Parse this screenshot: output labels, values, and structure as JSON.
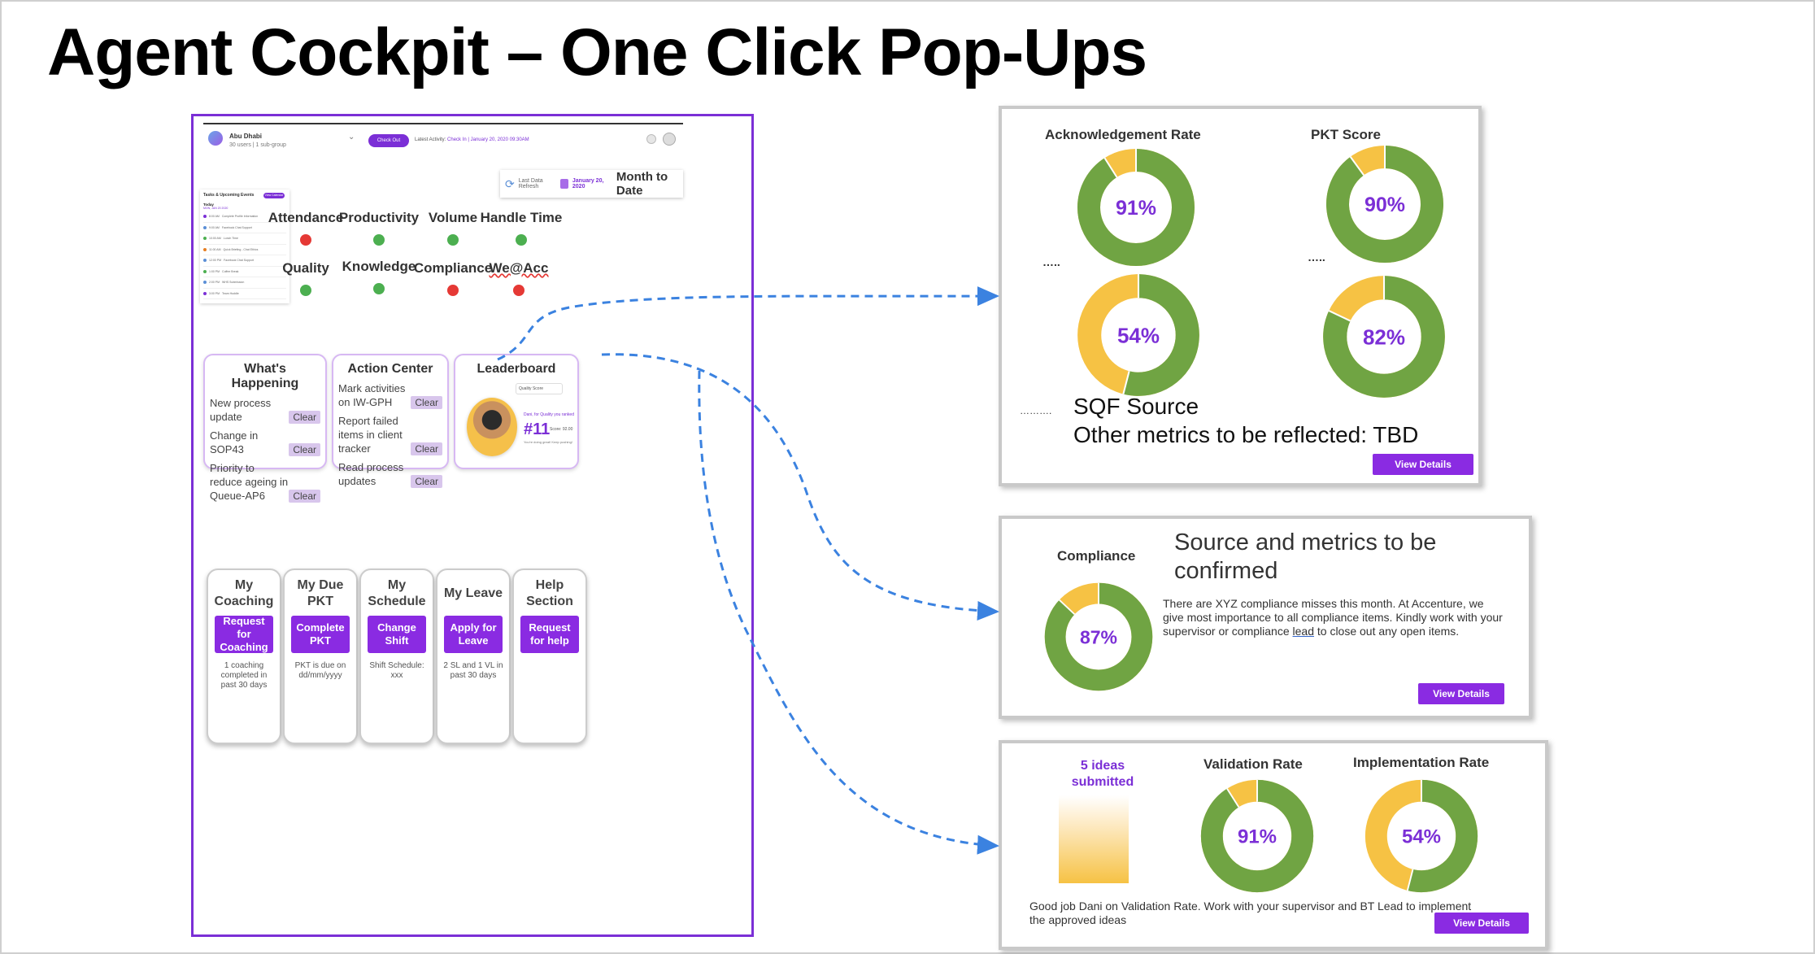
{
  "slide": {
    "title": "Agent Cockpit – One Click Pop-Ups"
  },
  "dashboard": {
    "header": {
      "org": "Abu Dhabi",
      "sub": "30 users | 1 sub-group",
      "checkout": "Check Out",
      "activity_label": "Latest Activity:",
      "activity_value": "Check In | January 20, 2020 09:30AM"
    },
    "refresh": {
      "label": "Last Data Refresh",
      "date": "January 20, 2020",
      "period": "Month to Date"
    },
    "tasks": {
      "title": "Tasks & Upcoming Events",
      "button": "View Calendar",
      "today": "Today",
      "date": "MON, JAN 20 2020",
      "items": [
        {
          "time": "8:00 AM",
          "text": "Complete Profile Information",
          "color": "#7b2fd6"
        },
        {
          "time": "9:00 AM",
          "text": "Facebook Chat Support",
          "color": "#5b8fd6"
        },
        {
          "time": "10:00 AM",
          "text": "Lunch Time",
          "color": "#4caf50"
        },
        {
          "time": "11:00 AM",
          "text": "Quick Briefing - Chat Ethics",
          "color": "#e67e22"
        },
        {
          "time": "12:00 PM",
          "text": "Facebook Chat Support",
          "color": "#5b8fd6"
        },
        {
          "time": "1:00 PM",
          "text": "Coffee Break",
          "color": "#4caf50"
        },
        {
          "time": "2:00 PM",
          "text": "WHS Submission",
          "color": "#5b8fd6"
        },
        {
          "time": "3:00 PM",
          "text": "Team Huddle",
          "color": "#7b2fd6"
        }
      ]
    },
    "kpis": [
      {
        "label": "Attendance",
        "color": "#e53935"
      },
      {
        "label": "Productivity",
        "color": "#4caf50"
      },
      {
        "label": "Volume",
        "color": "#4caf50"
      },
      {
        "label": "Handle Time",
        "color": "#4caf50"
      },
      {
        "label": "Quality",
        "color": "#4caf50"
      },
      {
        "label": "Knowledge",
        "color": "#4caf50"
      },
      {
        "label": "Compliance",
        "color": "#e53935"
      },
      {
        "label": "We@Acc",
        "color": "#e53935"
      }
    ],
    "whats_happening": {
      "title": "What's Happening",
      "items": [
        {
          "text": "New process update",
          "action": "Clear"
        },
        {
          "text": "Change in SOP43",
          "action": "Clear"
        },
        {
          "text": "Priority to reduce ageing in Queue-AP6",
          "action": "Clear"
        }
      ]
    },
    "action_center": {
      "title": "Action Center",
      "items": [
        {
          "text": "Mark activities on IW-GPH",
          "action": "Clear"
        },
        {
          "text": "Report failed items in client tracker",
          "action": "Clear"
        },
        {
          "text": "Read process updates",
          "action": "Clear"
        }
      ]
    },
    "leaderboard": {
      "title": "Leaderboard",
      "select": "Quality Score",
      "msg": "Dani, for Quality you ranked",
      "rank": "#11",
      "score": "Score: 92.00",
      "note": "You're doing great! Keep pushing!"
    },
    "quick_cards": [
      {
        "title": "My Coaching",
        "button": "Request for Coaching",
        "note": "1 coaching completed in past 30 days"
      },
      {
        "title": "My Due PKT",
        "button": "Complete PKT",
        "note": "PKT is due on dd/mm/yyyy"
      },
      {
        "title": "My Schedule",
        "button": "Change Shift",
        "note": "Shift Schedule: xxx"
      },
      {
        "title": "My Leave",
        "button": "Apply for Leave",
        "note": "2 SL and 1 VL in past 30 days"
      },
      {
        "title": "Help Section",
        "button": "Request for help",
        "note": ""
      }
    ]
  },
  "popup_knowledge": {
    "donuts": [
      {
        "label": "Acknowledgement Rate",
        "value": 91,
        "text": "91%"
      },
      {
        "label": "PKT Score",
        "value": 90,
        "text": "90%"
      },
      {
        "label": "",
        "value": 54,
        "text": "54%"
      },
      {
        "label": "",
        "value": 82,
        "text": "82%"
      }
    ],
    "ellipsis": "…..",
    "source_dots": "……….",
    "source_line1": "SQF Source",
    "source_line2": "Other metrics to be reflected: TBD",
    "button": "View Details"
  },
  "popup_compliance": {
    "label": "Compliance",
    "value": 87,
    "text": "87%",
    "heading": "Source and metrics to be confirmed",
    "body_pre": "There are XYZ compliance misses this month. At Accenture, we give most importance to all compliance items. Kindly work with your supervisor or compliance ",
    "body_link": "lead",
    "body_post": " to close out any open items.",
    "button": "View Details"
  },
  "popup_weacc": {
    "ideas": "5 ideas submitted",
    "ideas_value": 5,
    "donuts": [
      {
        "label": "Validation Rate",
        "value": 91,
        "text": "91%"
      },
      {
        "label": "Implementation Rate",
        "value": 54,
        "text": "54%"
      }
    ],
    "footer": "Good job Dani on Validation Rate. Work with your supervisor and BT Lead to implement the approved ideas",
    "button": "View Details"
  },
  "colors": {
    "accent": "#8a2be2",
    "donut_good": "#70a443",
    "donut_gap": "#f6c244",
    "connector": "#3b82e0"
  }
}
